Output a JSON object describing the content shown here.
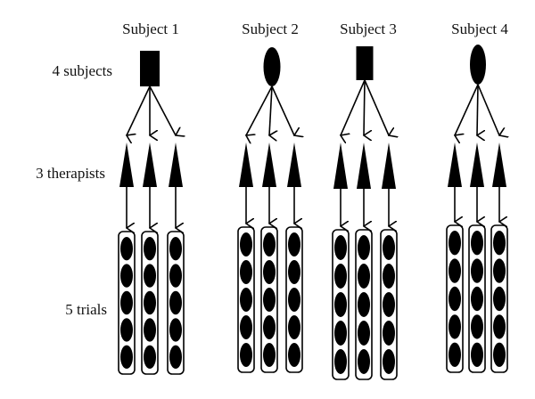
{
  "diagram": {
    "row_labels": {
      "subjects": "4 subjects",
      "therapists": "3 therapists",
      "trials": "5 trials"
    },
    "subjects": [
      {
        "title": "Subject 1",
        "shape": "rectangle",
        "therapists": 3,
        "trials_per_therapist": 5
      },
      {
        "title": "Subject 2",
        "shape": "ellipse",
        "therapists": 3,
        "trials_per_therapist": 5
      },
      {
        "title": "Subject 3",
        "shape": "rectangle",
        "therapists": 3,
        "trials_per_therapist": 5
      },
      {
        "title": "Subject 4",
        "shape": "ellipse",
        "therapists": 3,
        "trials_per_therapist": 5
      }
    ],
    "colors": {
      "ink": "#000000",
      "background": "#ffffff"
    }
  }
}
